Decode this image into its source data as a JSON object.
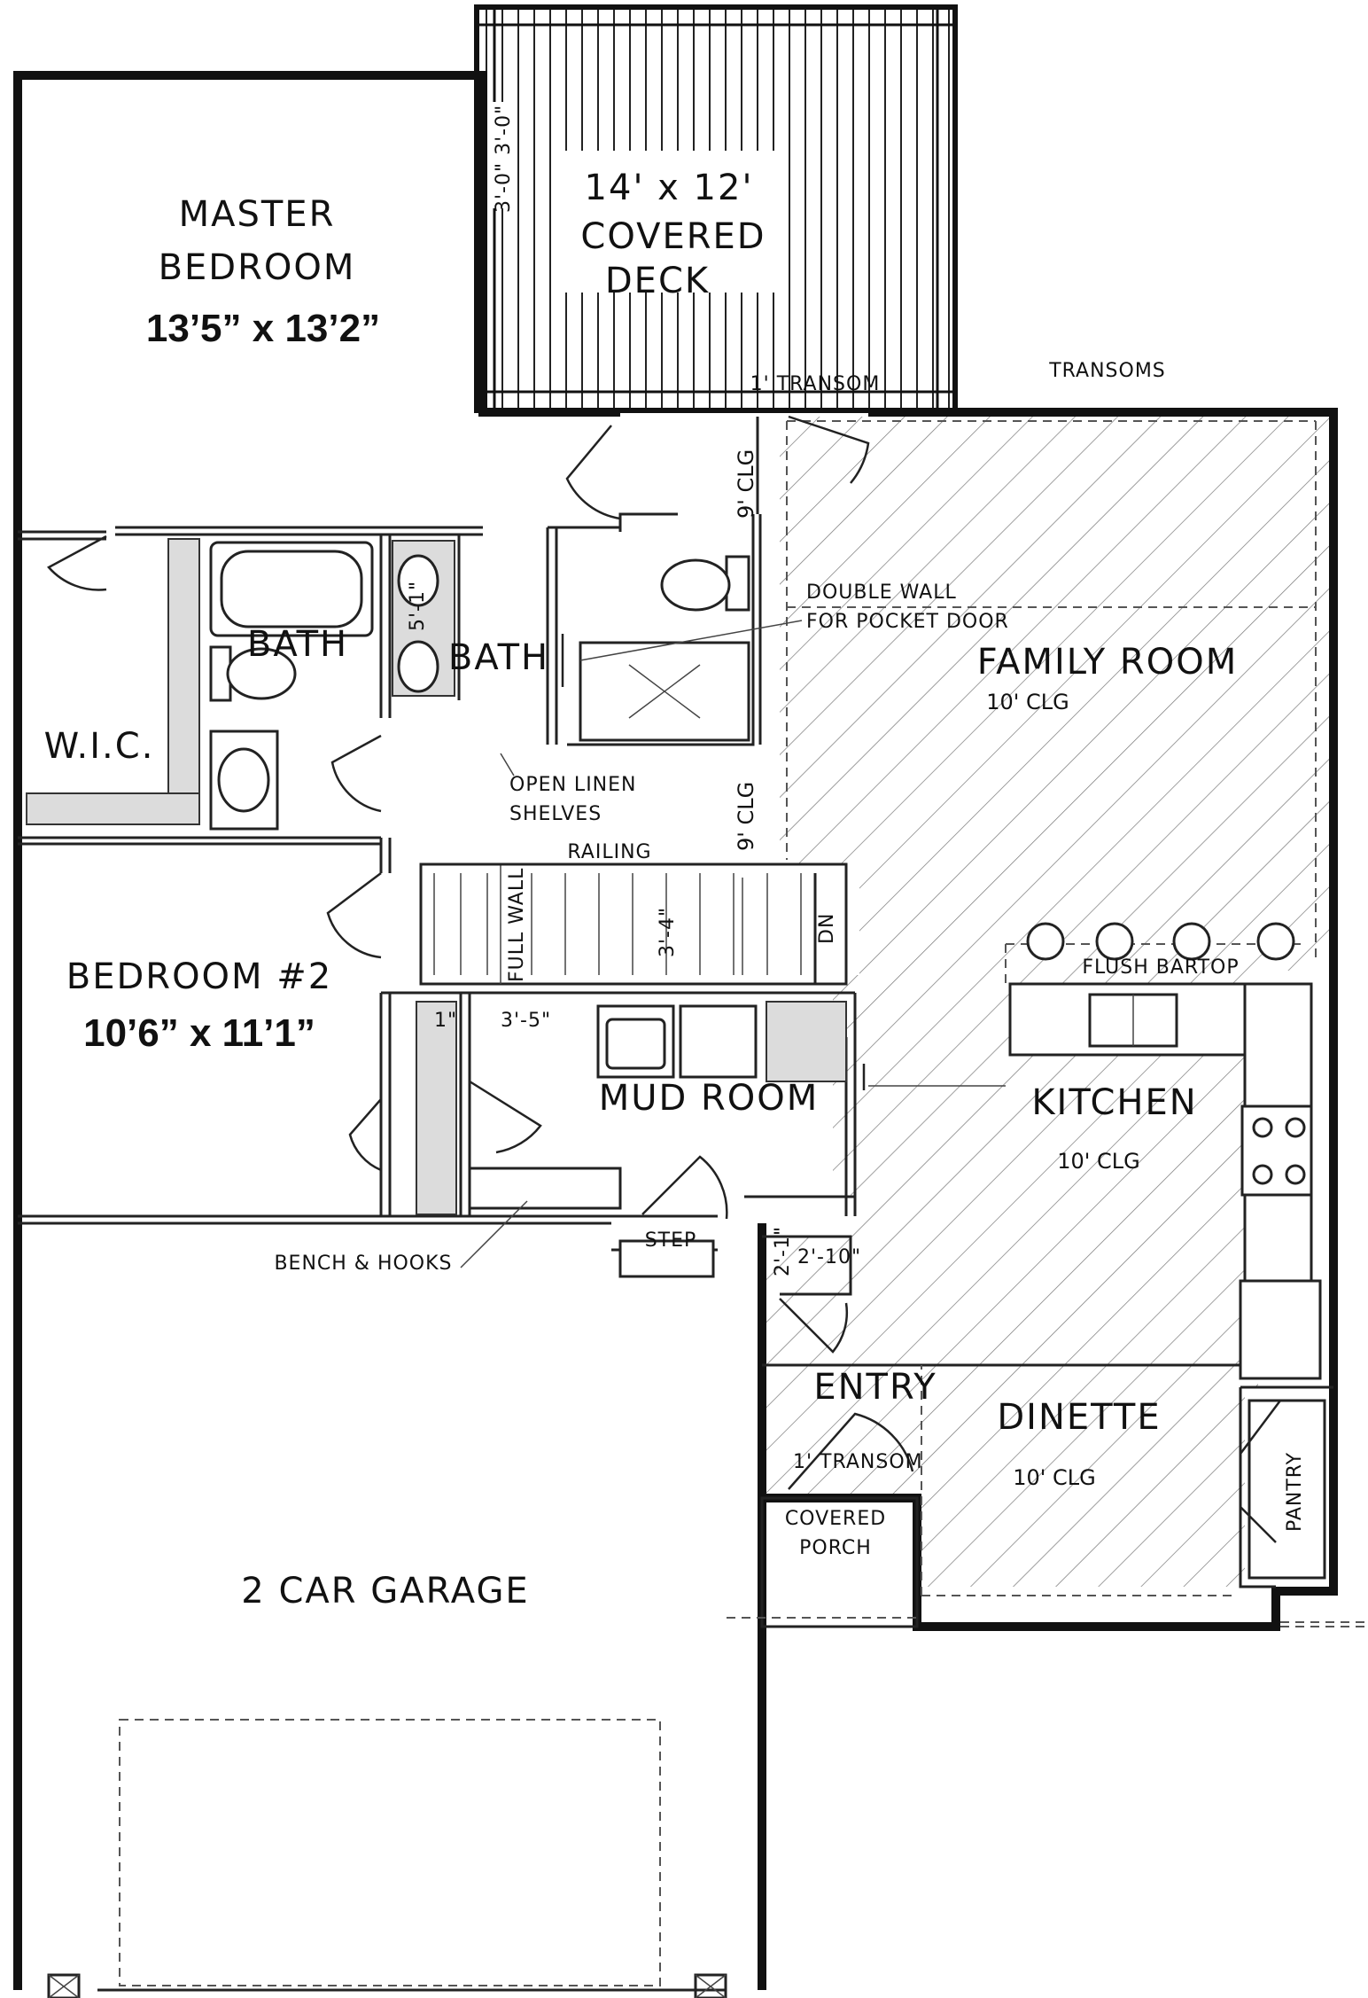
{
  "plan": {
    "master_bedroom": {
      "name_line1": "MASTER",
      "name_line2": "BEDROOM",
      "size": "13’5” x 13’2”"
    },
    "covered_deck": {
      "line1": "14' x 12'",
      "line2": "COVERED",
      "line3": "DECK",
      "dims_vertical": "3'-0\"  3'-0\""
    },
    "transom_top": "1' TRANSOM",
    "transoms": "TRANSOMS",
    "clg_9_upper": "9' CLG",
    "clg_9_lower": "9' CLG",
    "double_wall_line1": "DOUBLE WALL",
    "double_wall_line2": "FOR POCKET DOOR",
    "family_room": {
      "name": "FAMILY ROOM",
      "clg": "10' CLG"
    },
    "bath_left": "BATH",
    "bath_right": "BATH",
    "bath_dim": "5'-1\"",
    "wic": "W.I.C.",
    "linen_line1": "OPEN LINEN",
    "linen_line2": "SHELVES",
    "railing": "RAILING",
    "full_wall": "FULL WALL",
    "stair_dim": "3'-4\"",
    "dn": "DN",
    "flush_bartop": "FLUSH BARTOP",
    "bedroom2": {
      "name": "BEDROOM #2",
      "size": "10’6” x 11’1”"
    },
    "mud_room": "MUD ROOM",
    "mud_dim": "3'-5\"",
    "mud_dim_small": "1\"",
    "kitchen": {
      "name": "KITCHEN",
      "clg": "10' CLG"
    },
    "bench_hooks": "BENCH & HOOKS",
    "step": "STEP",
    "entry_dim_a": "2'-1\"",
    "entry_dim_b": "2'-10\"",
    "entry": "ENTRY",
    "dinette": {
      "name": "DINETTE",
      "clg": "10' CLG"
    },
    "transom_entry": "1' TRANSOM",
    "pantry": "PANTRY",
    "covered_porch_line1": "COVERED",
    "covered_porch_line2": "PORCH",
    "garage": "2 CAR GARAGE"
  }
}
